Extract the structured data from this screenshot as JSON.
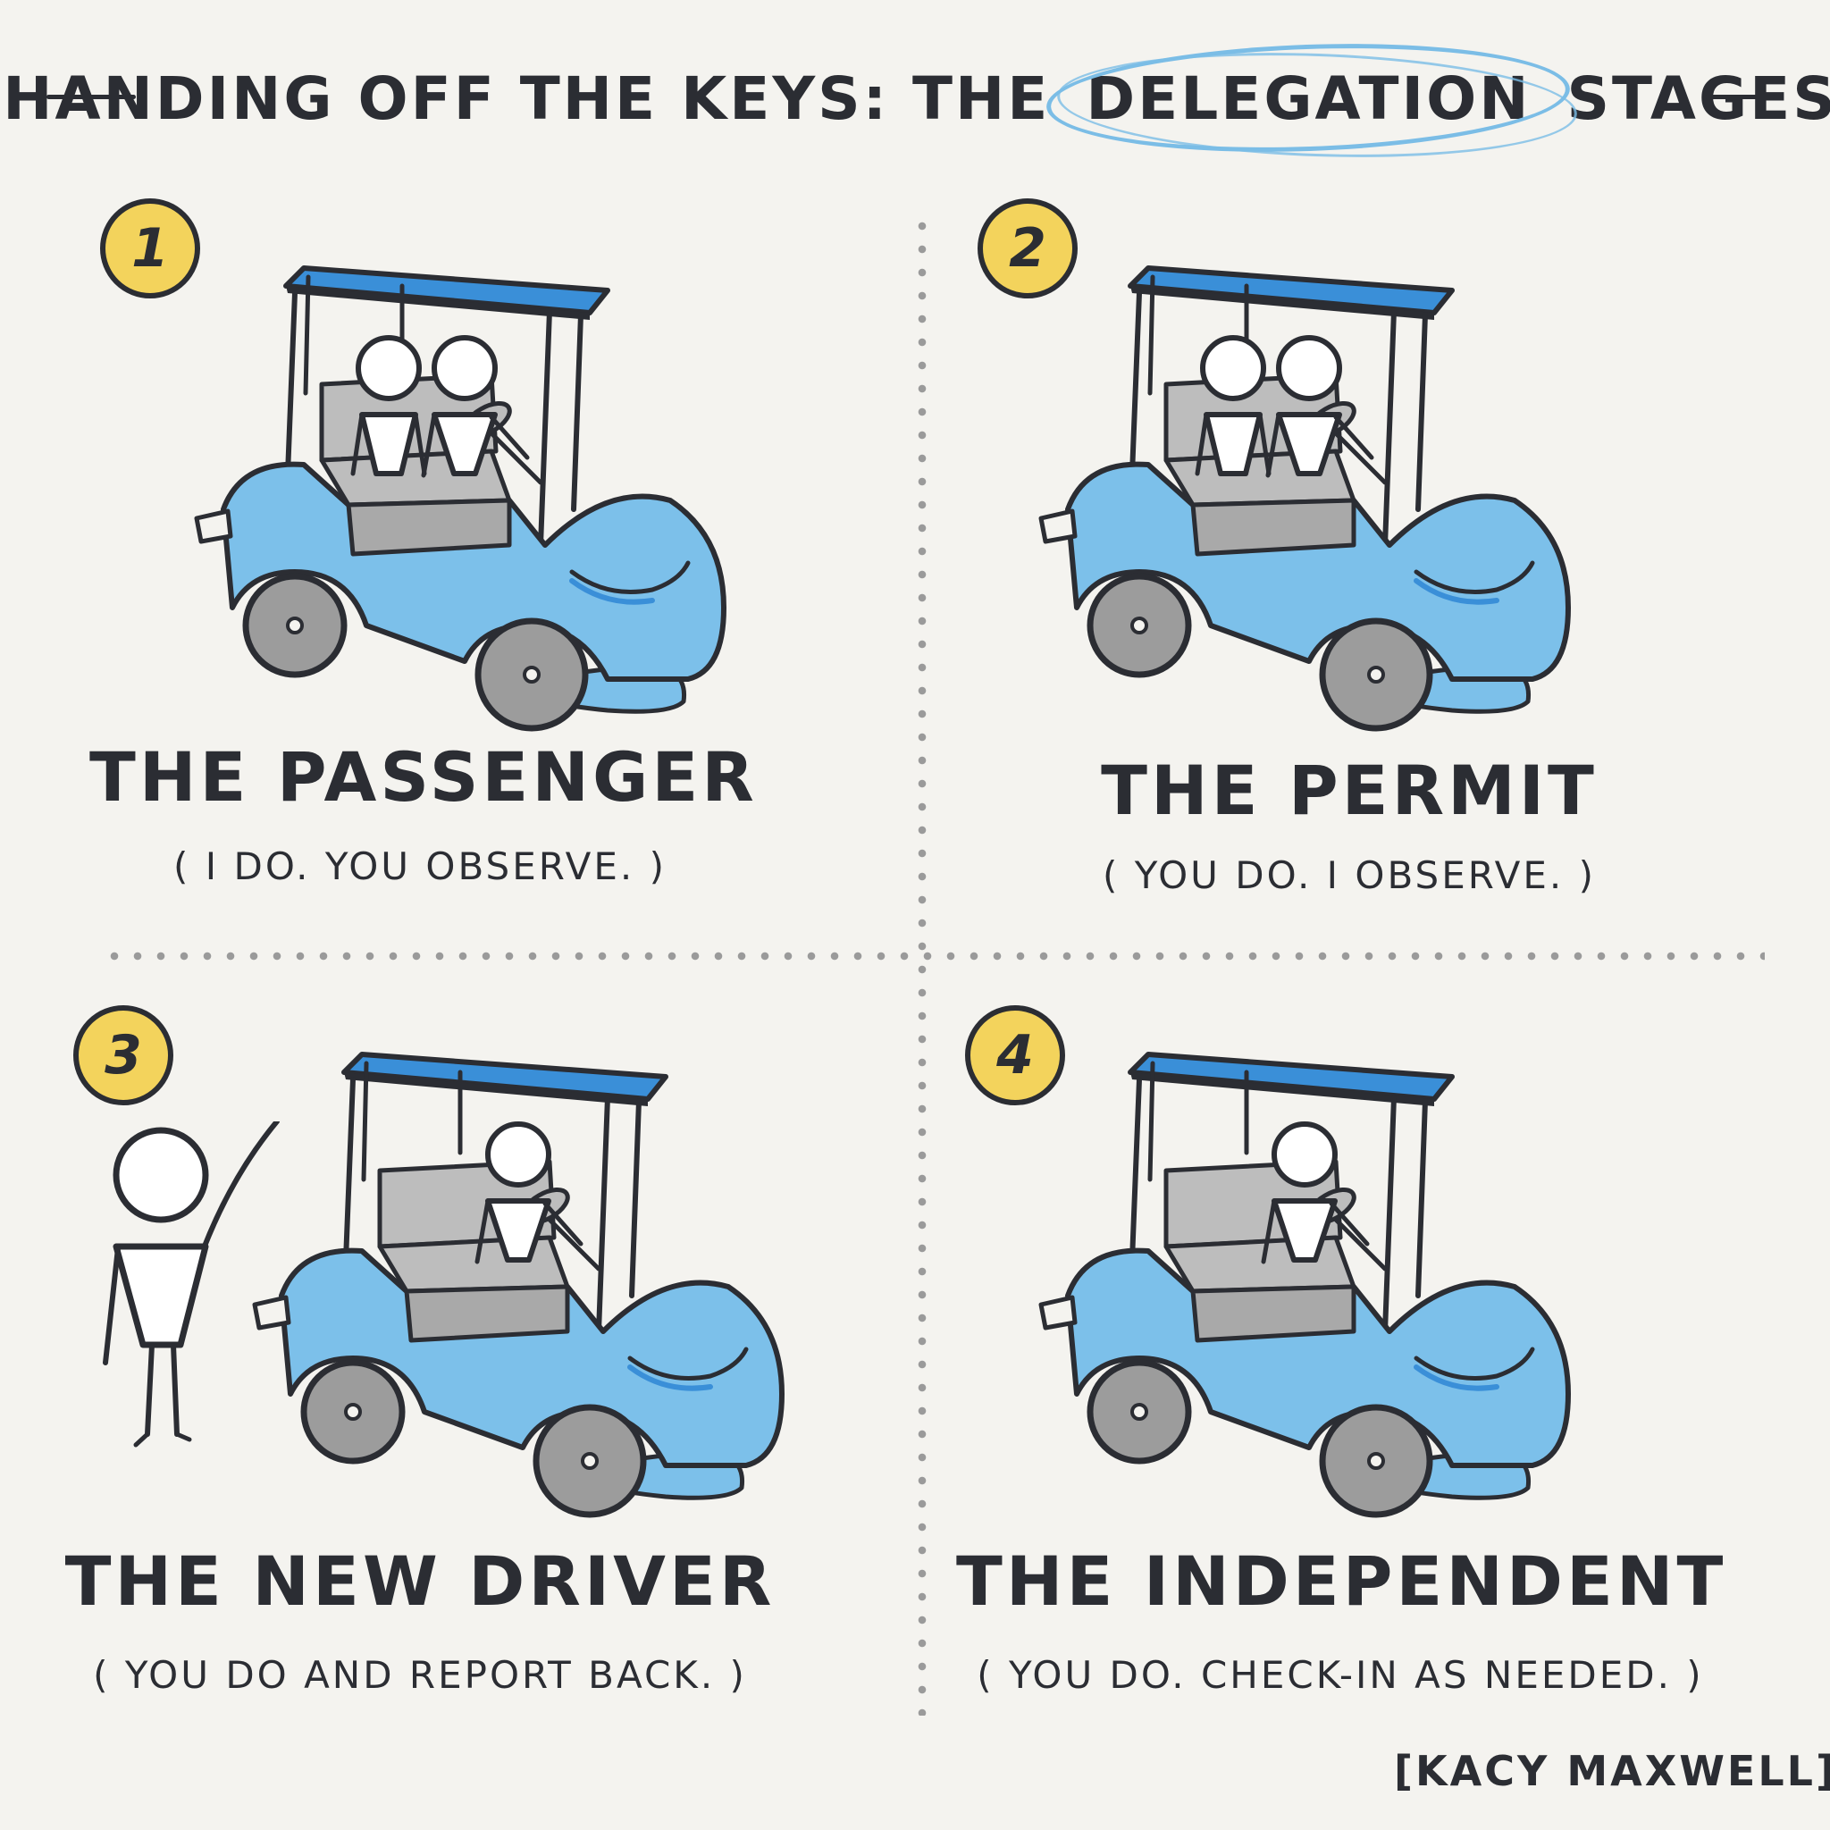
{
  "header": {
    "title_before": "HANDING OFF THE KEYS: THE",
    "title_highlight": "DELEGATION",
    "title_after": "STAGES"
  },
  "stages": [
    {
      "number": "1",
      "title": "THE PASSENGER",
      "subtitle": "( I DO. YOU OBSERVE. )"
    },
    {
      "number": "2",
      "title": "THE PERMIT",
      "subtitle": "( YOU DO. I OBSERVE. )"
    },
    {
      "number": "3",
      "title": "THE NEW DRIVER",
      "subtitle": "( YOU DO AND REPORT BACK. )"
    },
    {
      "number": "4",
      "title": "THE INDEPENDENT",
      "subtitle": "( YOU DO. CHECK-IN AS NEEDED. )"
    }
  ],
  "credit": "[KACY MAXWELL]",
  "colors": {
    "background": "#f4f3ef",
    "ink": "#2b2d33",
    "cart_blue": "#7cc0ea",
    "roof_blue": "#3a8fd8",
    "badge_yellow": "#f3d35c",
    "seat_gray": "#bdbdbd",
    "tire_gray": "#9c9c9c",
    "highlight_blue": "#7bbde6"
  }
}
